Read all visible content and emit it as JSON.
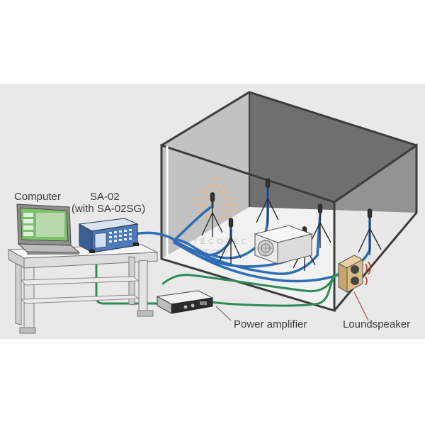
{
  "labels": {
    "computer": "Computer",
    "sa02": "SA-02",
    "sa02sg": "(with SA-02SG)",
    "power_amplifier": "Power amplifier",
    "loudspeaker": "Loundspeaker"
  },
  "watermark": {
    "text1": "TECOTEC",
    "text2": "Instruments"
  },
  "colors": {
    "band": "#e9e9e9",
    "room_back": "#6f6f6f",
    "room_left": "#bdbdbd",
    "room_floor": "#efefef",
    "cable_blue": "#2f6db4",
    "cable_green": "#2e8b57",
    "leader": "#b04a4a"
  }
}
